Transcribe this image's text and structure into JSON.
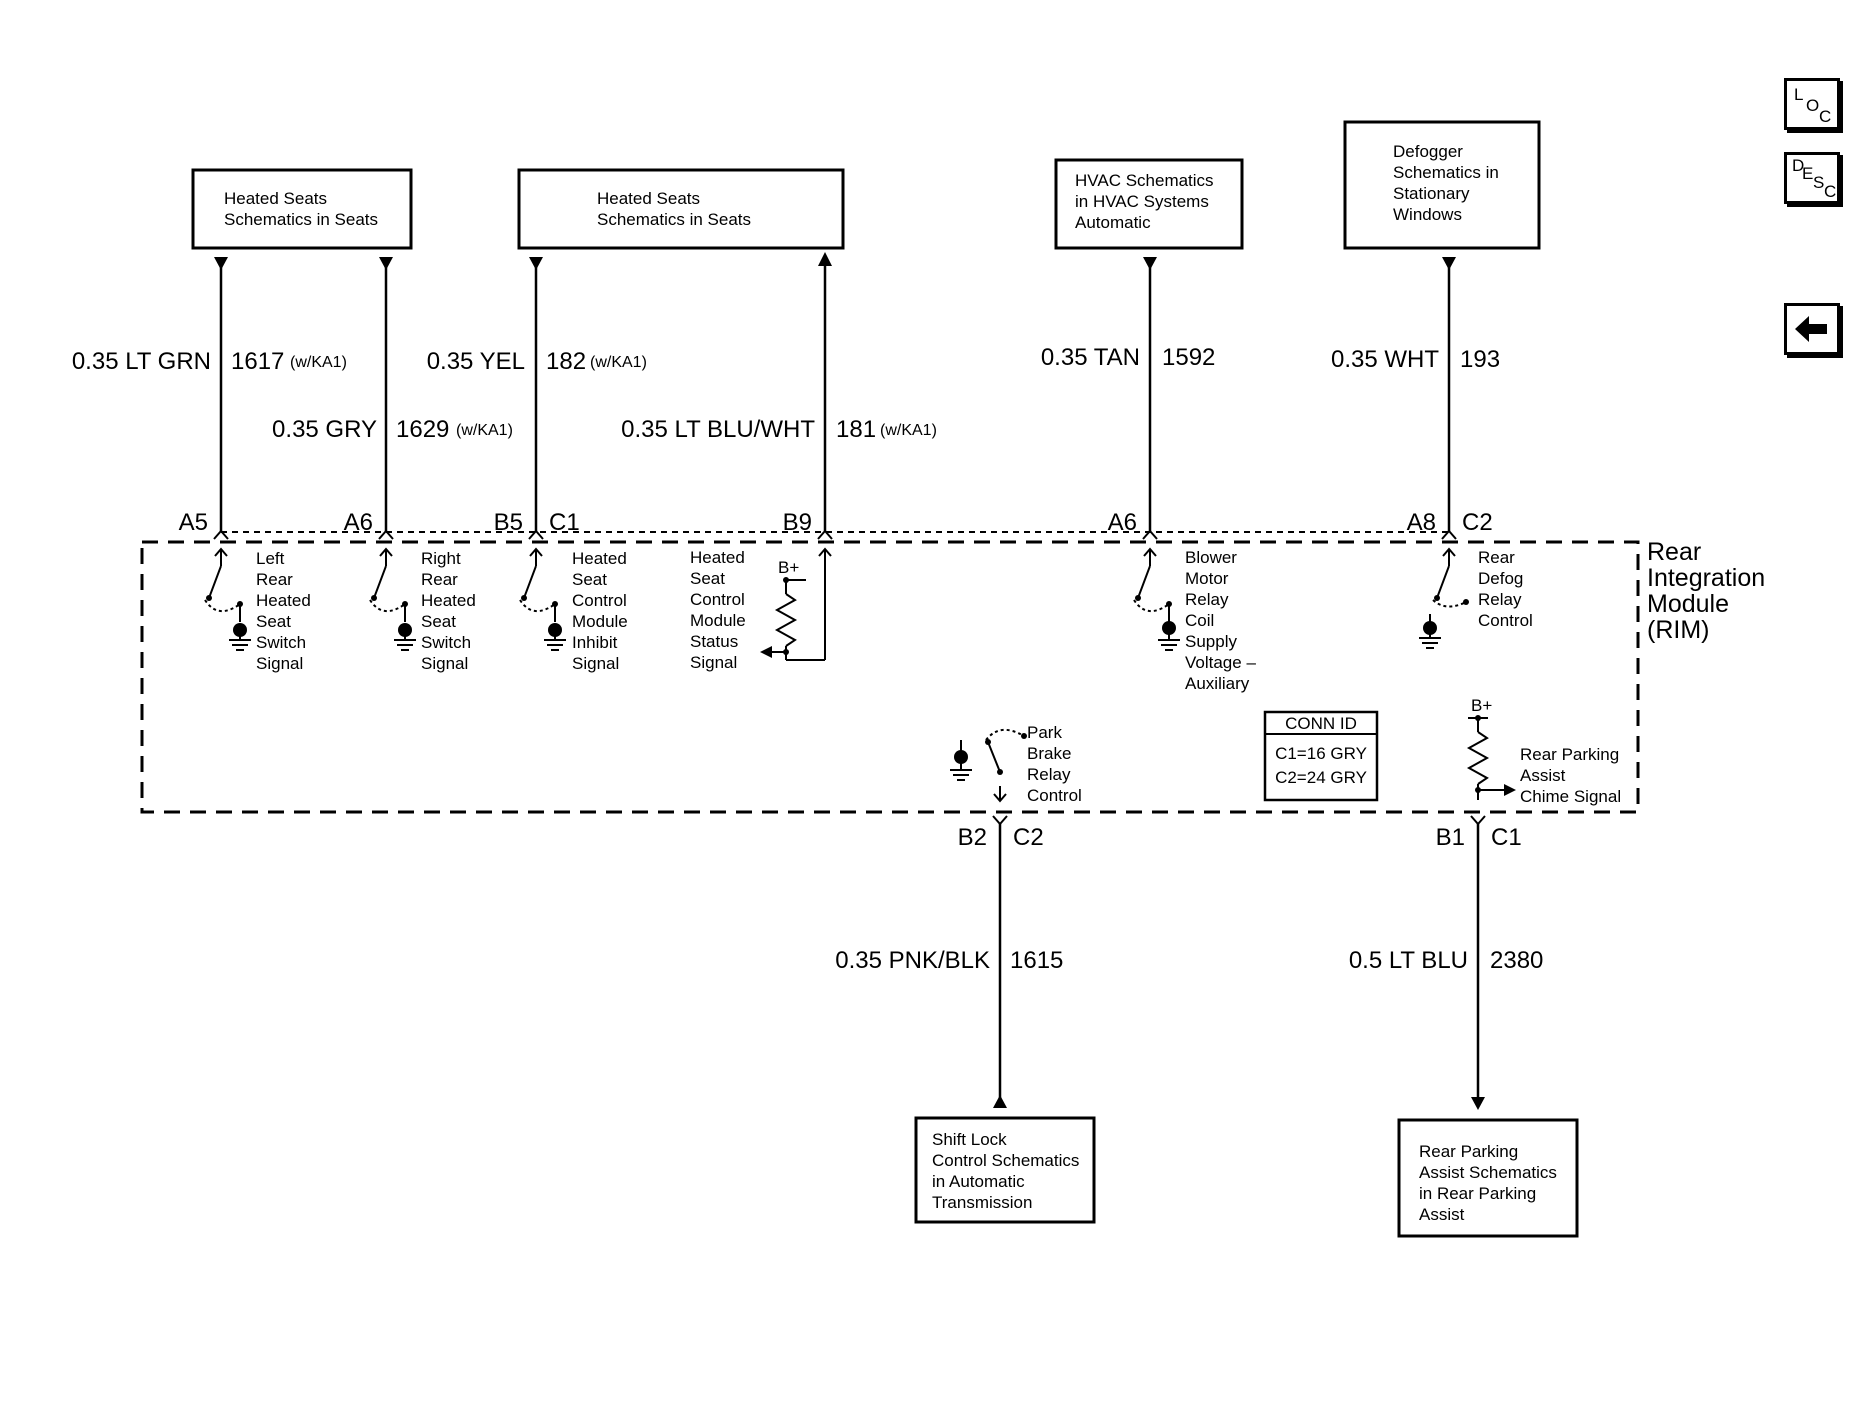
{
  "boxes": {
    "heated_seats_1": [
      "Heated Seats",
      "Schematics in Seats"
    ],
    "heated_seats_2": [
      "Heated Seats",
      "Schematics in Seats"
    ],
    "hvac": [
      "HVAC Schematics",
      "in HVAC Systems",
      "Automatic"
    ],
    "defogger": [
      "Defogger",
      "Schematics in",
      "Stationary",
      "Windows"
    ],
    "shift_lock": [
      "Shift Lock",
      "Control Schematics",
      "in Automatic",
      "Transmission"
    ],
    "rear_parking": [
      "Rear Parking",
      "Assist Schematics",
      "in Rear Parking",
      "Assist"
    ]
  },
  "wires": {
    "w1617": {
      "spec": "0.35 LT GRN",
      "circuit": "1617",
      "note": "(w/KA1)"
    },
    "w1629": {
      "spec": "0.35 GRY",
      "circuit": "1629",
      "note": "(w/KA1)"
    },
    "w182": {
      "spec": "0.35 YEL",
      "circuit": "182",
      "note": "(w/KA1)"
    },
    "w181": {
      "spec": "0.35 LT BLU/WHT",
      "circuit": "181",
      "note": "(w/KA1)"
    },
    "w1592": {
      "spec": "0.35 TAN",
      "circuit": "1592"
    },
    "w193": {
      "spec": "0.35 WHT",
      "circuit": "193"
    },
    "w1615": {
      "spec": "0.35 PNK/BLK",
      "circuit": "1615"
    },
    "w2380": {
      "spec": "0.5 LT BLU",
      "circuit": "2380"
    }
  },
  "pins": {
    "a5": "A5",
    "a6_left": "A6",
    "b5": "B5",
    "c1_top": "C1",
    "b9": "B9",
    "a6_right": "A6",
    "a8": "A8",
    "c2_top": "C2",
    "b2": "B2",
    "c2_bottom": "C2",
    "b1": "B1",
    "c1_bottom": "C1"
  },
  "signals": {
    "left_rear": [
      "Left",
      "Rear",
      "Heated",
      "Seat",
      "Switch",
      "Signal"
    ],
    "right_rear": [
      "Right",
      "Rear",
      "Heated",
      "Seat",
      "Switch",
      "Signal"
    ],
    "inhibit": [
      "Heated",
      "Seat",
      "Control",
      "Module",
      "Inhibit",
      "Signal"
    ],
    "status": [
      "Heated",
      "Seat",
      "Control",
      "Module",
      "Status",
      "Signal"
    ],
    "blower": [
      "Blower",
      "Motor",
      "Relay",
      "Coil",
      "Supply",
      "Voltage –",
      "Auxiliary"
    ],
    "rear_defog": [
      "Rear",
      "Defog",
      "Relay",
      "Control"
    ],
    "park_brake": [
      "Park",
      "Brake",
      "Relay",
      "Control"
    ],
    "rear_chime": [
      "Rear Parking",
      "Assist",
      "Chime Signal"
    ]
  },
  "bplus": "B+",
  "module": [
    "Rear",
    "Integration",
    "Module",
    "(RIM)"
  ],
  "conn_id": {
    "title": "CONN ID",
    "c1": "C1=16 GRY",
    "c2": "C2=24 GRY"
  },
  "nav": {
    "loc": [
      "L",
      "O",
      "C"
    ],
    "desc": [
      "D",
      "E",
      "S",
      "C"
    ],
    "back_icon": "left-arrow-icon"
  }
}
